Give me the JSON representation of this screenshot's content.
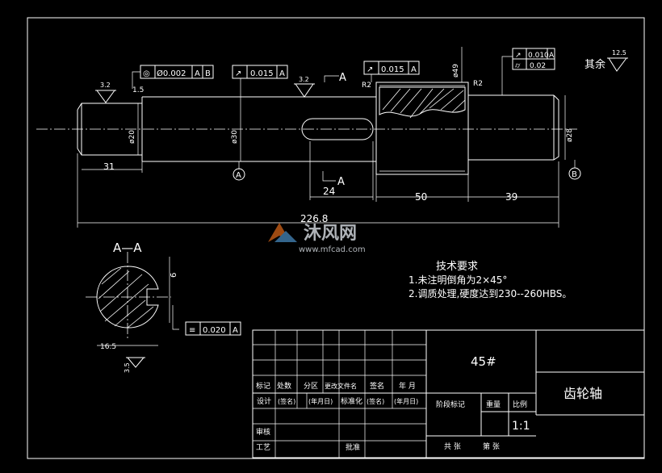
{
  "drawing": {
    "title": "齿轮轴",
    "material": "45#",
    "scale_label": "比例",
    "scale": "1:1",
    "weight_label": "重量",
    "stage_label": "阶段标记",
    "sheets_total": "共  张",
    "sheet_no": "第  张",
    "surface_rest_label": "其余",
    "surface_rest_value": "12.5"
  },
  "title_block": {
    "row_labels": [
      "标记",
      "处数",
      "分区",
      "更改文件名",
      "签名",
      "年 月"
    ],
    "design_row": [
      "设计",
      "(签名)",
      "(年月日)",
      "标准化",
      "(签名)",
      "(年月日)"
    ],
    "review": "审核",
    "process": "工艺",
    "approve": "批准"
  },
  "tech_requirements": {
    "heading": "技术要求",
    "items": [
      "1.未注明倒角为2×45°",
      "2.调质处理,硬度达到230--260HBS。"
    ]
  },
  "dimensions": {
    "total_length": "226.8",
    "left_length": "31",
    "keyway_length": "24",
    "gear_length": "50",
    "right_length": "39",
    "dia_left": "ø20",
    "dia_mid": "ø30",
    "dia_gear": "ø49",
    "dia_right": "ø28",
    "section_width": "16.5",
    "keyway_width": "6",
    "radius_left": "R2",
    "radius_right": "R2",
    "chamfer_left": "1.5"
  },
  "tolerance_frames": {
    "coaxiality": {
      "symbol": "◎",
      "value": "Ø0.002",
      "ref1": "A",
      "ref2": "B"
    },
    "runout_mid": {
      "symbol": "↗",
      "value": "0.015",
      "ref": "A"
    },
    "runout_gear": {
      "symbol": "↗",
      "value": "0.015",
      "ref": "A"
    },
    "runout_right": {
      "symbol": "↗",
      "value": "0.010",
      "ref": "A"
    },
    "cylindricity": {
      "symbol": "⌭",
      "value": "0.02"
    },
    "symmetry": {
      "symbol": "≡",
      "value": "0.020",
      "ref": "A"
    }
  },
  "surface_finish": {
    "left": "3.2",
    "mid": "3.2",
    "section": "3.5"
  },
  "section": {
    "title": "A—A",
    "marker": "A"
  },
  "datums": {
    "a": "A",
    "b": "B"
  },
  "watermark": {
    "brand": "沐风网",
    "url": "www.mfcad.com"
  }
}
